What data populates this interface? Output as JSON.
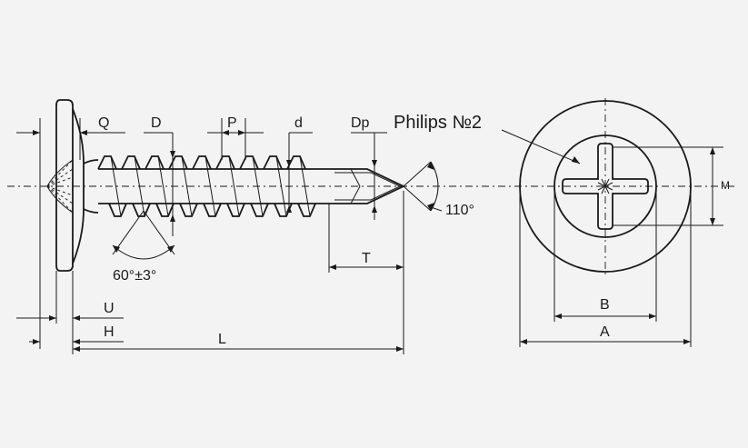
{
  "labels": {
    "q": "Q",
    "d_major": "D",
    "p": "P",
    "d_minor": "d",
    "dp": "Dp",
    "drive": "Philips №2",
    "angle_tip": "110°",
    "angle_thread": "60°±3°",
    "t": "T",
    "u": "U",
    "h": "H",
    "l": "L",
    "m": "M",
    "b": "B",
    "a": "A"
  }
}
